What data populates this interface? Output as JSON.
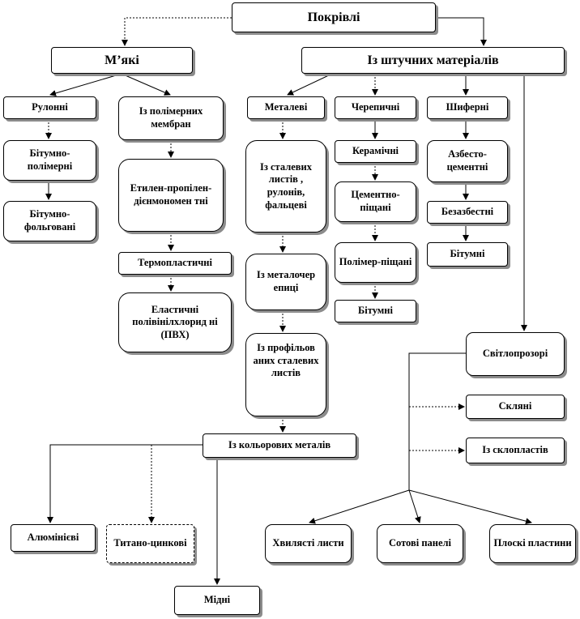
{
  "nodes": {
    "root": "Покрівлі",
    "soft": "М’які",
    "synthetic": "Із штучних матеріалів",
    "rolled": "Рулонні",
    "polymer_membranes": "Із полімерних мембран",
    "metal": "Металеві",
    "tile": "Черепичні",
    "slate": "Шиферні",
    "bitumen_polymer": "Бітумно-полімерні",
    "bitumen_foil": "Бітумно-фольговані",
    "epdm": "Етилен-пропілен-дієнмономен тні",
    "thermoplastic": "Термопластичні",
    "pvc": "Еластичні полівінілхлорид ні (ПВХ)",
    "steel_sheets": "Із сталевих листів , рулонів, фальцеві",
    "metal_tile": "Із металочер епиці",
    "profiled_steel": "Із профільов аних сталевих листів",
    "ceramic": "Керамічні",
    "cement_sand": "Цементно-піщані",
    "polymer_sand": "Полімер-піщані",
    "tile_bitumen": "Бітумні",
    "asbestos_cement": "Азбесто-цементні",
    "asbestos_free": "Безазбестні",
    "slate_bitumen": "Бітумні",
    "translucent": "Світлопрозорі",
    "glass": "Скляні",
    "fiberglass": "Із склопластів",
    "nonferrous": "Із кольорових металів",
    "aluminum": "Алюмінієві",
    "titanium_zinc": "Титано-цинкові",
    "copper": "Мідні",
    "corrugated_sheets": "Хвилясті листи",
    "cellular_panels": "Сотові панелі",
    "flat_plates": "Плоскі пластини"
  }
}
